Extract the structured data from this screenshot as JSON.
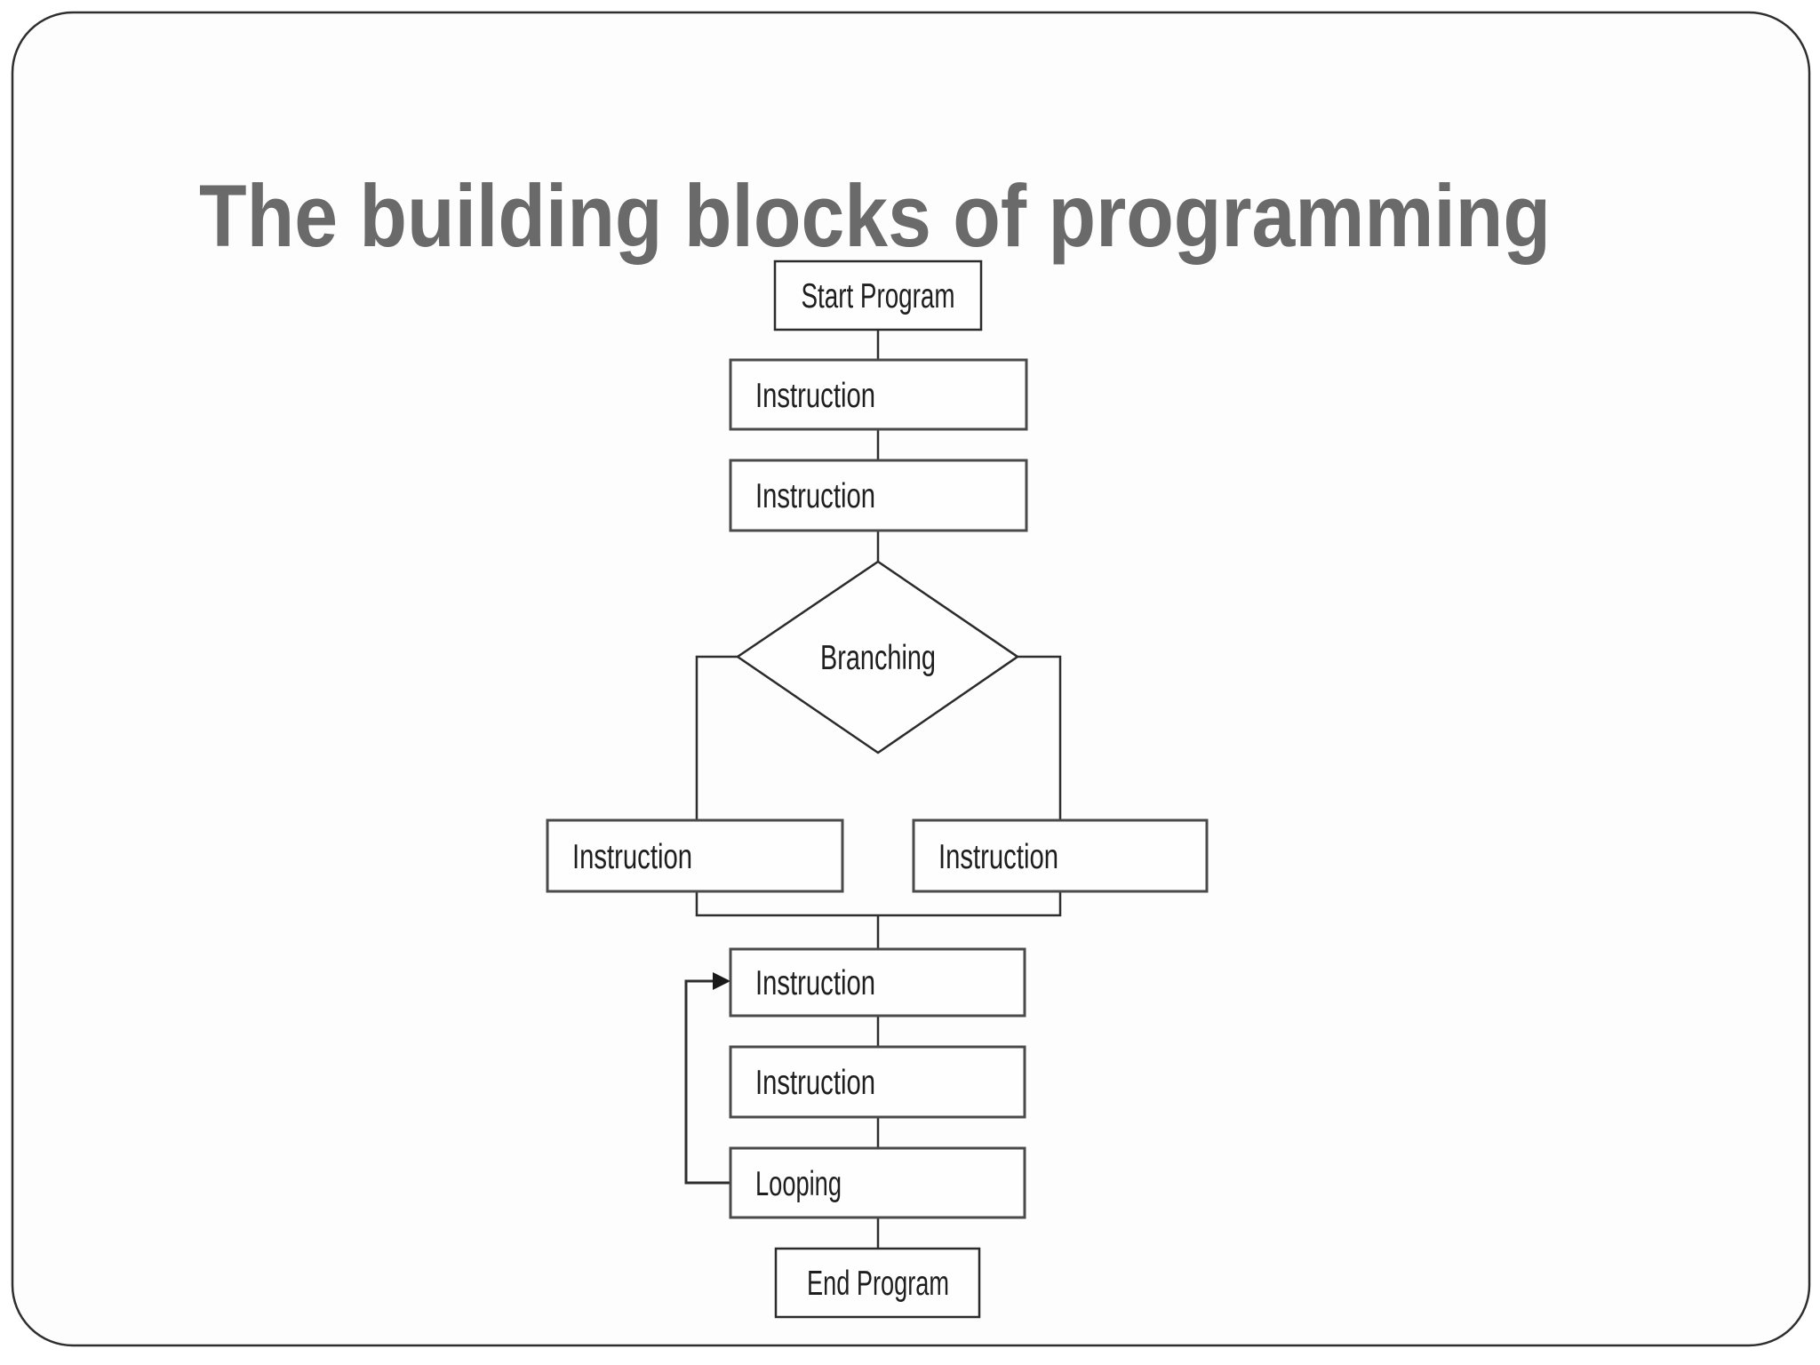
{
  "title": "The building blocks of programming",
  "colors": {
    "title_text": "#6a6a6a",
    "box_border": "#4a4a4a",
    "terminal_border": "#2b2b2b",
    "connector_line": "#2e2e2e",
    "label_text": "#1e1e1e",
    "slide_background": "#fdfdfd"
  },
  "flowchart": {
    "nodes": [
      {
        "id": "start-program",
        "shape": "rectangle",
        "label": "Start Program"
      },
      {
        "id": "instruction-1",
        "shape": "rectangle",
        "label": "Instruction"
      },
      {
        "id": "instruction-2",
        "shape": "rectangle",
        "label": "Instruction"
      },
      {
        "id": "branching",
        "shape": "diamond",
        "label": "Branching"
      },
      {
        "id": "branch-left-instruction",
        "shape": "rectangle",
        "label": "Instruction"
      },
      {
        "id": "branch-right-instruction",
        "shape": "rectangle",
        "label": "Instruction"
      },
      {
        "id": "loop-instruction-1",
        "shape": "rectangle",
        "label": "Instruction"
      },
      {
        "id": "loop-instruction-2",
        "shape": "rectangle",
        "label": "Instruction"
      },
      {
        "id": "looping",
        "shape": "rectangle",
        "label": "Looping"
      },
      {
        "id": "end-program",
        "shape": "rectangle",
        "label": "End Program"
      }
    ]
  }
}
